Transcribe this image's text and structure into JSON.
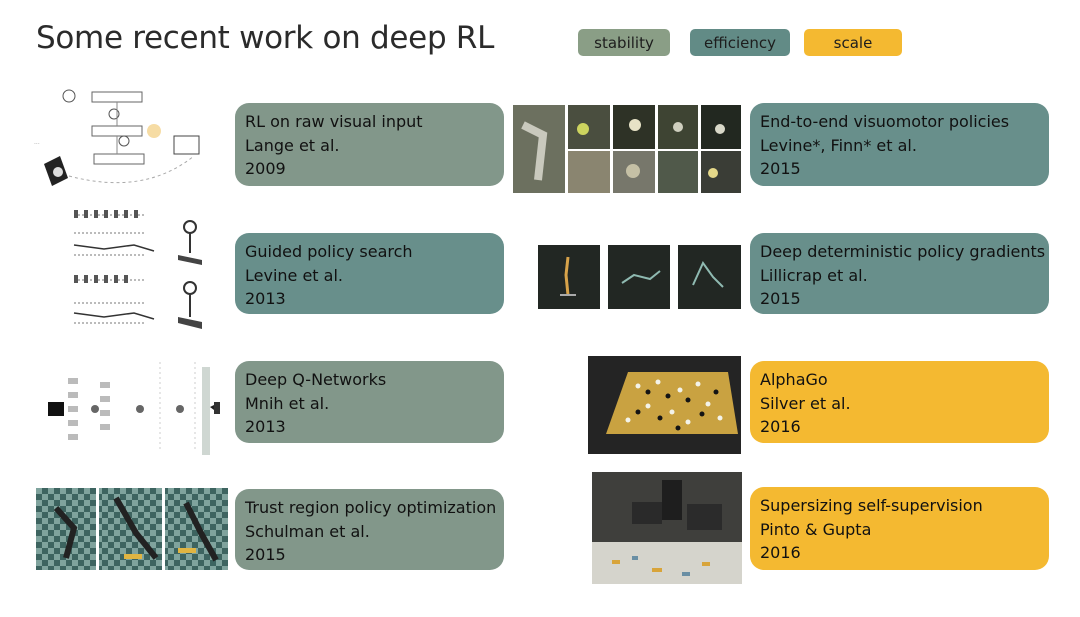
{
  "title": "Some recent work on deep RL",
  "legend": {
    "stability": "stability",
    "efficiency": "efficiency",
    "scale": "scale"
  },
  "colors": {
    "stability_green": "#8a9e86",
    "efficiency_teal": "#628b86",
    "scale_yellow": "#f4b931",
    "card_green": "#82978a",
    "card_teal": "#688f8b"
  },
  "works": [
    {
      "title": "RL on raw visual input",
      "authors": "Lange et al.",
      "year": "2009"
    },
    {
      "title": "Guided policy search",
      "authors": "Levine et al.",
      "year": "2013"
    },
    {
      "title": "Deep Q-Networks",
      "authors": "Mnih et al.",
      "year": "2013"
    },
    {
      "title": "Trust region policy optimization",
      "authors": "Schulman et al.",
      "year": "2015"
    },
    {
      "title": "End-to-end visuomotor policies",
      "authors": "Levine*, Finn* et al.",
      "year": "2015"
    },
    {
      "title": "Deep deterministic policy gradients",
      "authors": "Lillicrap et al.",
      "year": "2015"
    },
    {
      "title": "AlphaGo",
      "authors": "Silver et al.",
      "year": "2016"
    },
    {
      "title": "Supersizing self-supervision",
      "authors": "Pinto & Gupta",
      "year": "2016"
    }
  ]
}
